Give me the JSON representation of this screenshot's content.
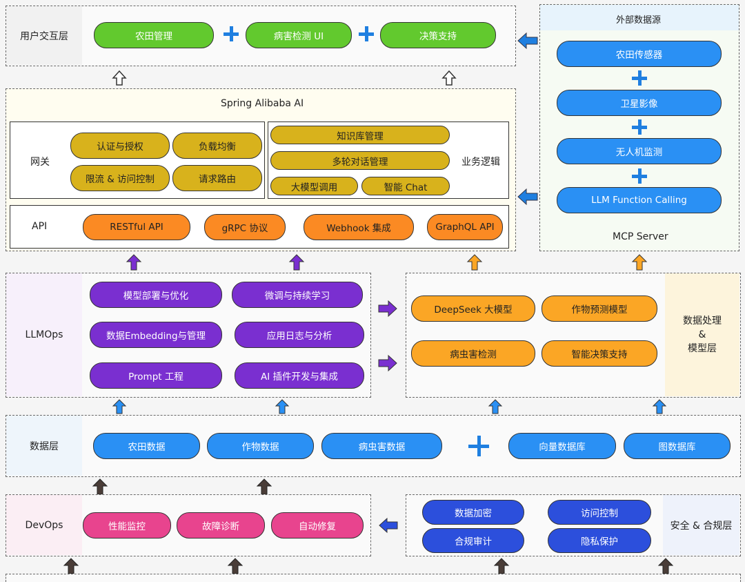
{
  "user_layer": {
    "title": "用户交互层",
    "items": [
      "农田管理",
      "病害检测 UI",
      "决策支持"
    ]
  },
  "spring": {
    "title": "Spring Alibaba AI",
    "gateway": {
      "title": "网关",
      "items": [
        "认证与授权",
        "负载均衡",
        "限流 & 访问控制",
        "请求路由"
      ]
    },
    "business": {
      "title": "业务逻辑",
      "items": [
        "知识库管理",
        "多轮对话管理",
        "大模型调用",
        "智能 Chat"
      ]
    },
    "api": {
      "title": "API",
      "items": [
        "RESTful API",
        "gRPC 协议",
        "Webhook 集成",
        "GraphQL API"
      ]
    }
  },
  "external": {
    "title": "外部数据源",
    "items": [
      "农田传感器",
      "卫星影像",
      "无人机监测",
      "LLM Function Calling"
    ],
    "footer": "MCP Server"
  },
  "llmops": {
    "title": "LLMOps",
    "items": [
      "模型部署与优化",
      "微调与持续学习",
      "数据Embedding与管理",
      "应用日志与分析",
      "Prompt 工程",
      "AI 插件开发与集成"
    ]
  },
  "processing": {
    "title_lines": [
      "数据处理",
      "&",
      "模型层"
    ],
    "items": [
      "DeepSeek 大模型",
      "作物预测模型",
      "病虫害检测",
      "智能决策支持"
    ]
  },
  "data_layer": {
    "title": "数据层",
    "items": [
      "农田数据",
      "作物数据",
      "病虫害数据",
      "向量数据库",
      "图数据库"
    ]
  },
  "devops": {
    "title": "DevOps",
    "items": [
      "性能监控",
      "故障诊断",
      "自动修复"
    ]
  },
  "security": {
    "title": "安全 & 合规层",
    "items": [
      "数据加密",
      "访问控制",
      "合规审计",
      "隐私保护"
    ]
  },
  "colors": {
    "green": "#62c92e",
    "gold": "#d8b21c",
    "orange": "#fb8a23",
    "purple": "#7a2fd0",
    "yellow_orange": "#fba625",
    "blue": "#2a90f4",
    "pink": "#e8448e",
    "navy": "#2c4fdc"
  }
}
